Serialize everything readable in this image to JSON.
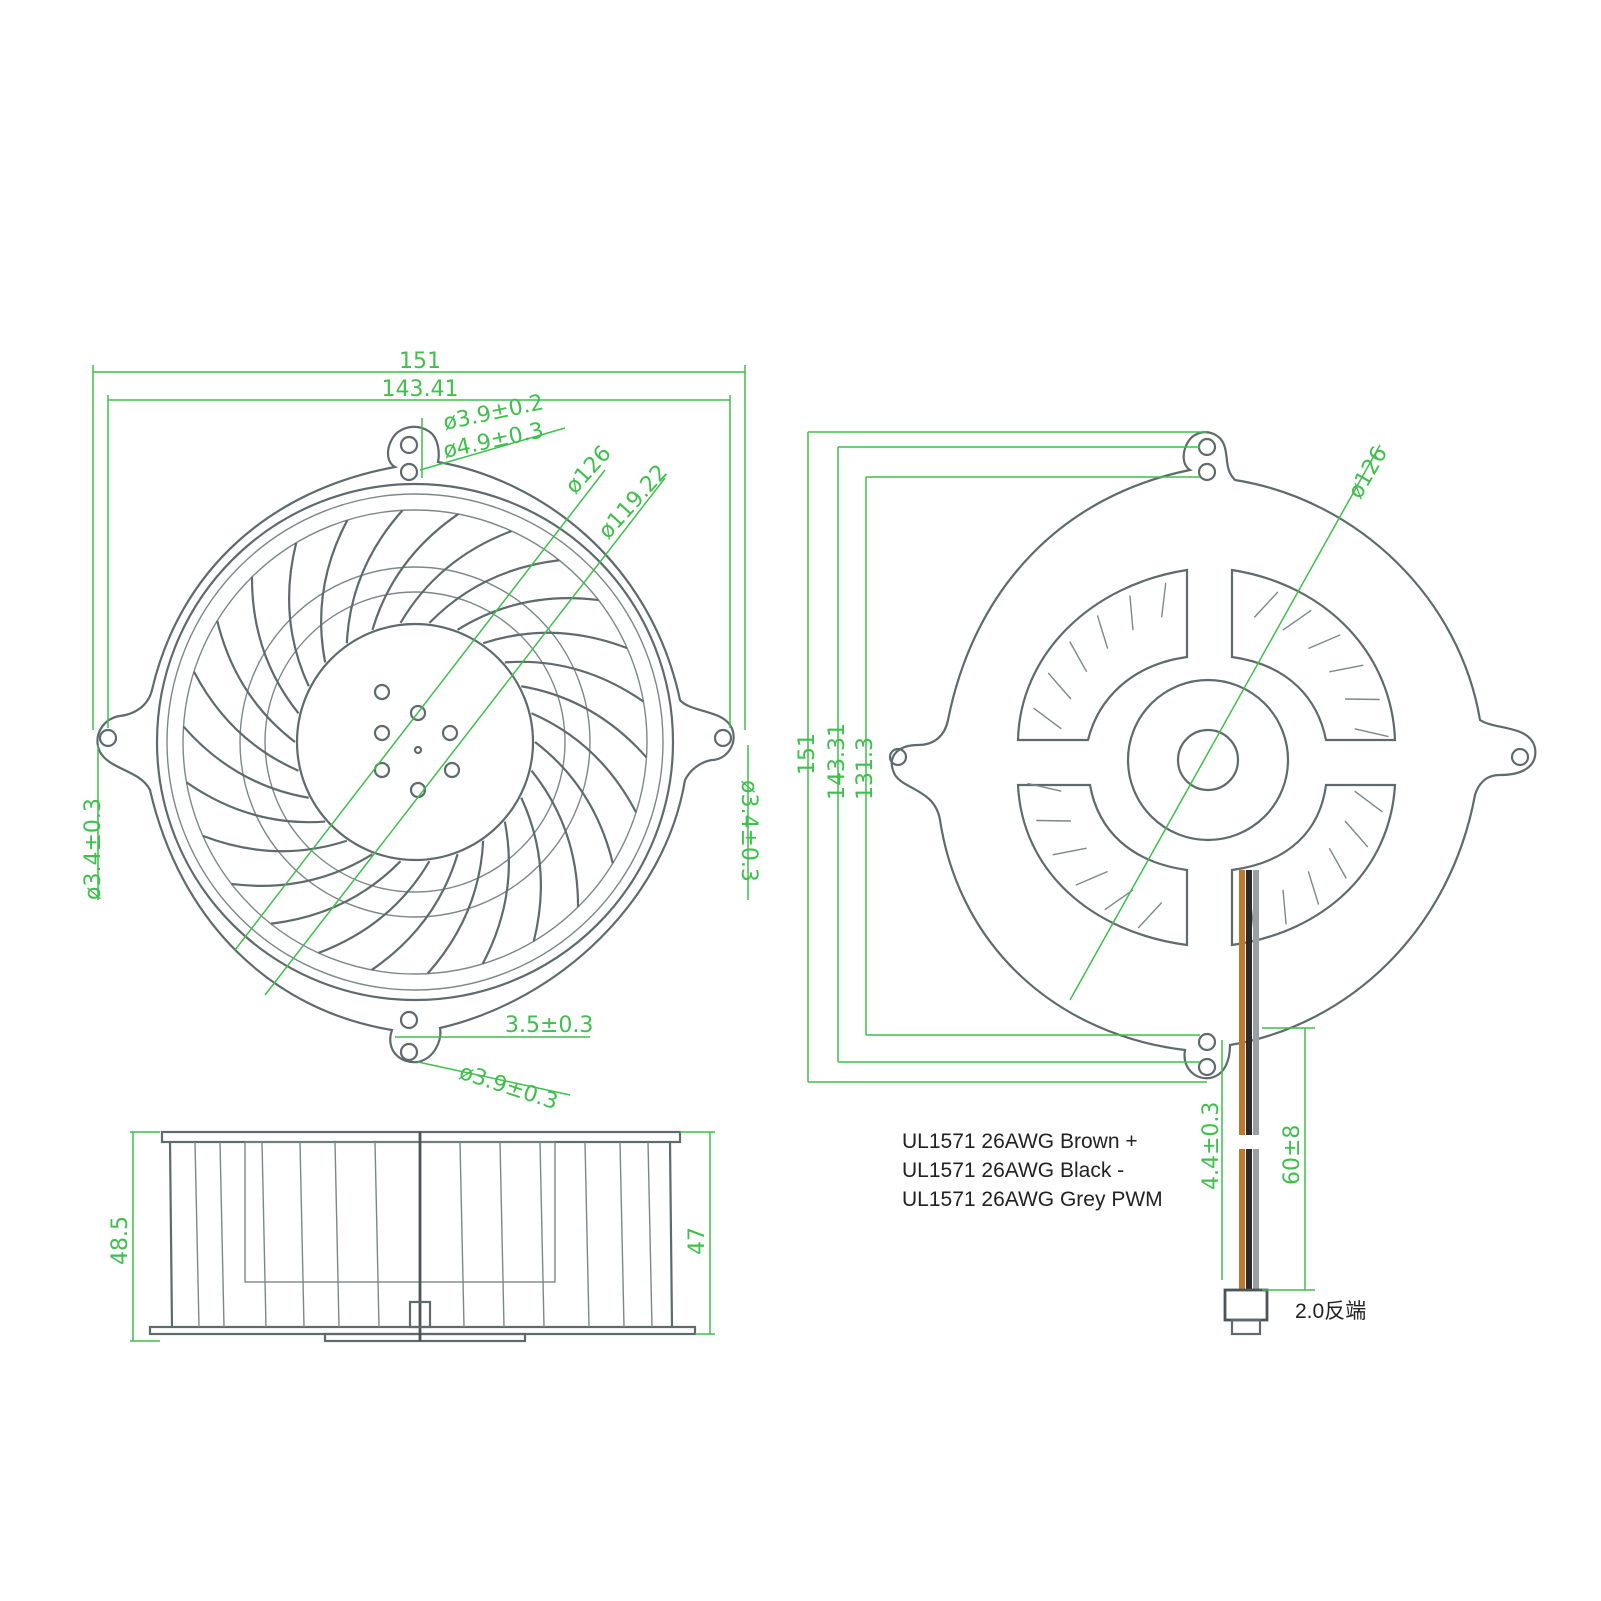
{
  "colors": {
    "outline": "#5f6a6c",
    "dimension": "#3fbf4c",
    "wire_brown": "#c0792a",
    "wire_black": "#2a2a2a",
    "wire_grey": "#9aa0a2"
  },
  "front_view": {
    "overall_width": "151",
    "inner_width": "143.41",
    "hole_small": "ø3.9±0.2",
    "hole_large": "ø4.9±0.3",
    "outer_dia": "ø126",
    "impeller_dia": "ø119.22",
    "side_hole_left": "ø3.4±0.3",
    "side_hole_right": "ø3.4±0.3",
    "bottom_offset": "3.5±0.3",
    "bottom_hole": "ø3.9±0.3"
  },
  "back_view": {
    "outer_dia": "ø126",
    "height_overall": "151",
    "height_mid": "143.31",
    "height_inner": "131.3",
    "wire_offset": "4.4±0.3",
    "wire_length": "60±8"
  },
  "side_view": {
    "height_total": "48.5",
    "height_body": "47"
  },
  "wiring": {
    "lines": [
      "UL1571 26AWG Brown +",
      "UL1571 26AWG Black -",
      "UL1571 26AWG Grey PWM"
    ],
    "connector_label": "2.0反端"
  }
}
